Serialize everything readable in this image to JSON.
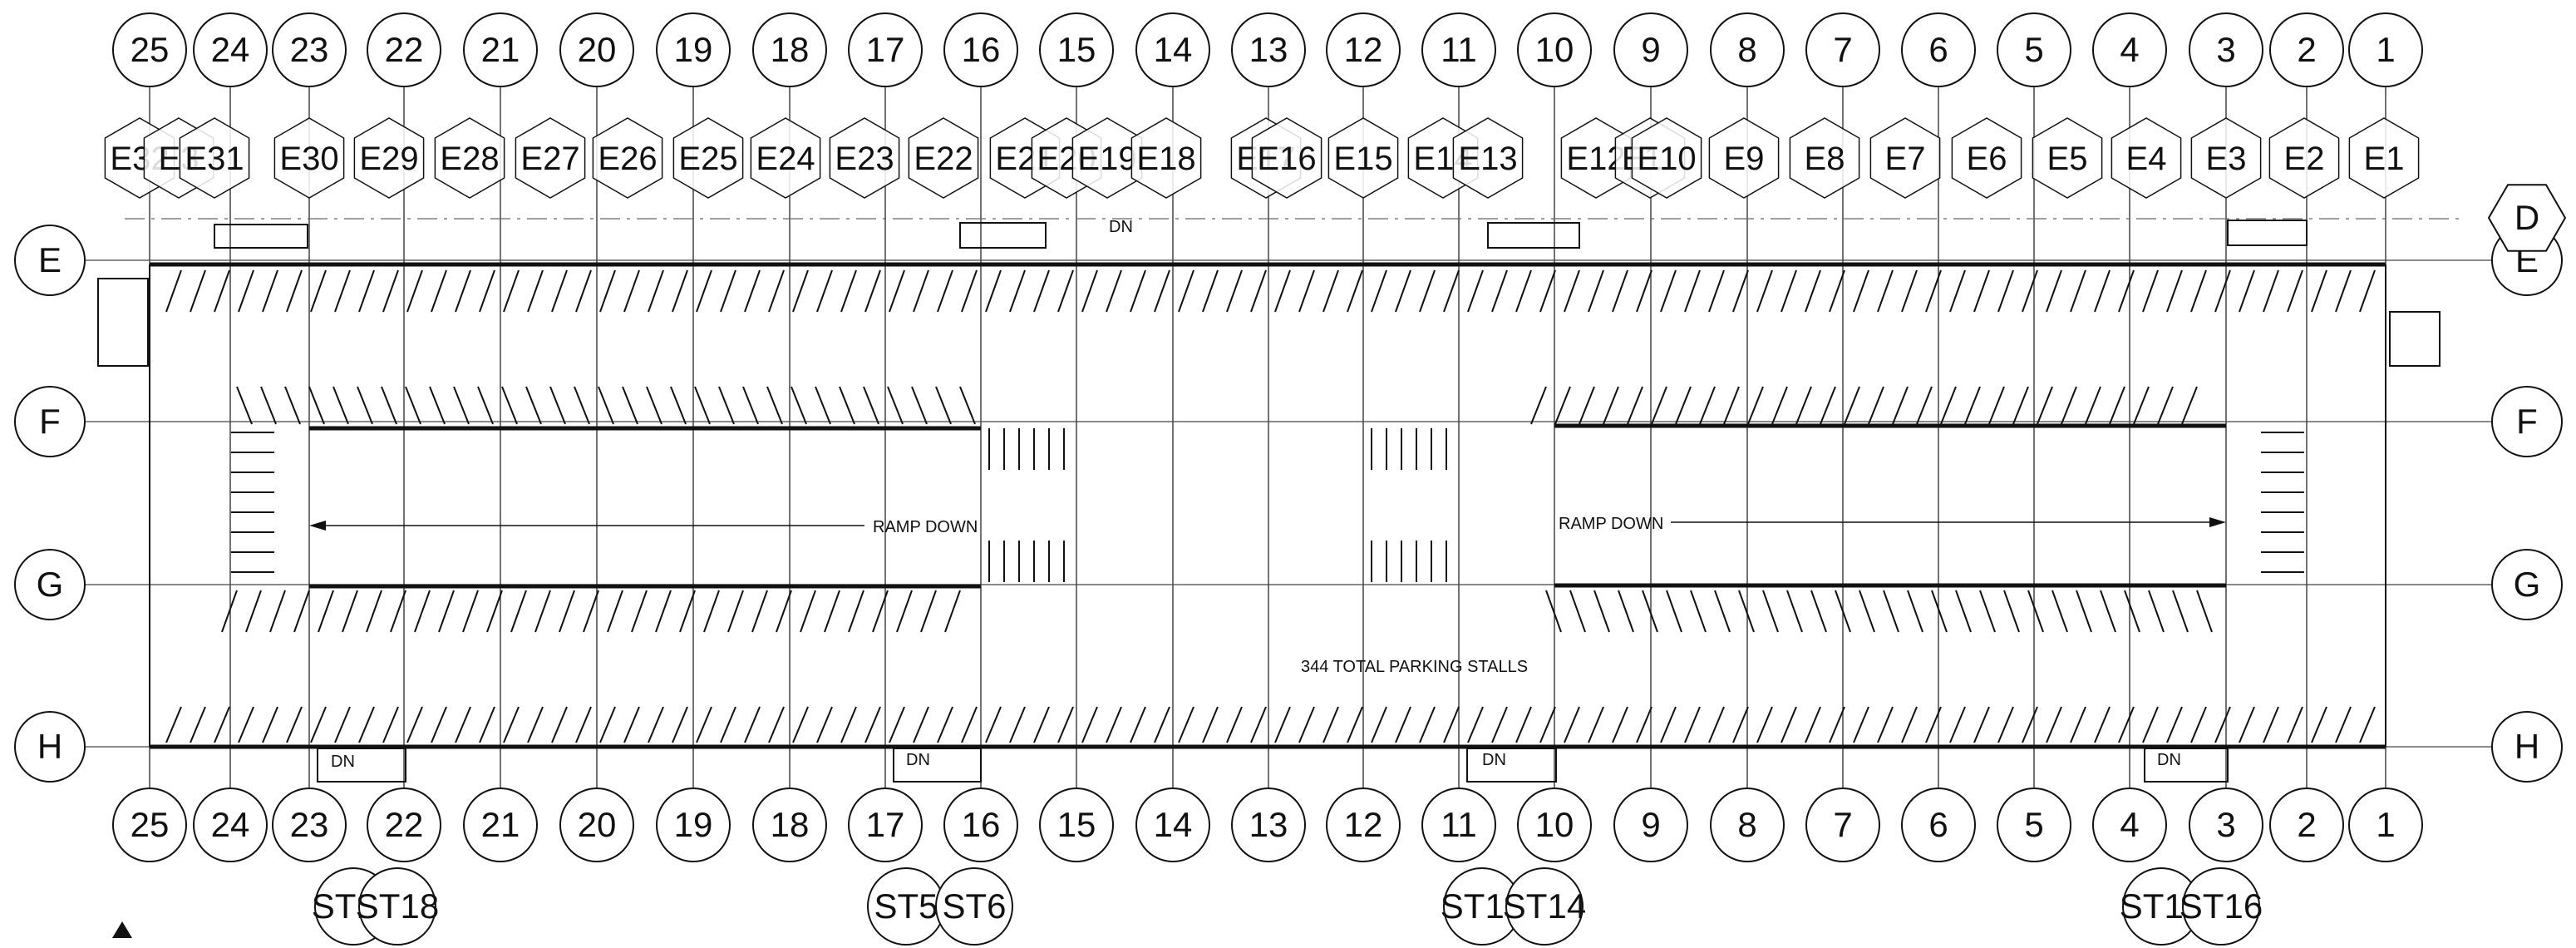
{
  "columns": [
    "25",
    "24",
    "23",
    "22",
    "21",
    "20",
    "19",
    "18",
    "17",
    "16",
    "15",
    "14",
    "13",
    "12",
    "11",
    "10",
    "9",
    "8",
    "7",
    "6",
    "5",
    "4",
    "3",
    "2",
    "1"
  ],
  "rows": [
    "E",
    "F",
    "G",
    "H"
  ],
  "extra_row_label": "D",
  "hex_labels": [
    {
      "text": "E32"
    },
    {
      "text": "E3"
    },
    {
      "text": "E31"
    },
    {
      "text": "E30"
    },
    {
      "text": "E29"
    },
    {
      "text": "E28"
    },
    {
      "text": "E27"
    },
    {
      "text": "E26"
    },
    {
      "text": "E25"
    },
    {
      "text": "E24"
    },
    {
      "text": "E23"
    },
    {
      "text": "E22"
    },
    {
      "text": "E21"
    },
    {
      "text": "E20"
    },
    {
      "text": "E19"
    },
    {
      "text": "E18"
    },
    {
      "text": "E17"
    },
    {
      "text": "E16"
    },
    {
      "text": "E15"
    },
    {
      "text": "E14"
    },
    {
      "text": "E13"
    },
    {
      "text": "E12"
    },
    {
      "text": "E11"
    },
    {
      "text": "E10"
    },
    {
      "text": "E9"
    },
    {
      "text": "E8"
    },
    {
      "text": "E7"
    },
    {
      "text": "E6"
    },
    {
      "text": "E5"
    },
    {
      "text": "E4"
    },
    {
      "text": "E3"
    },
    {
      "text": "E2"
    },
    {
      "text": "E1"
    }
  ],
  "stairs": [
    {
      "a": "ST17",
      "b": "ST18"
    },
    {
      "a": "ST5",
      "b": "ST6"
    },
    {
      "a": "ST13",
      "b": "ST14"
    },
    {
      "a": "ST15",
      "b": "ST16"
    }
  ],
  "notes": {
    "ramp_left": "RAMP DOWN",
    "ramp_right": "RAMP DOWN",
    "total_stalls": "344 TOTAL PARKING STALLS",
    "dn_label": "DN"
  }
}
